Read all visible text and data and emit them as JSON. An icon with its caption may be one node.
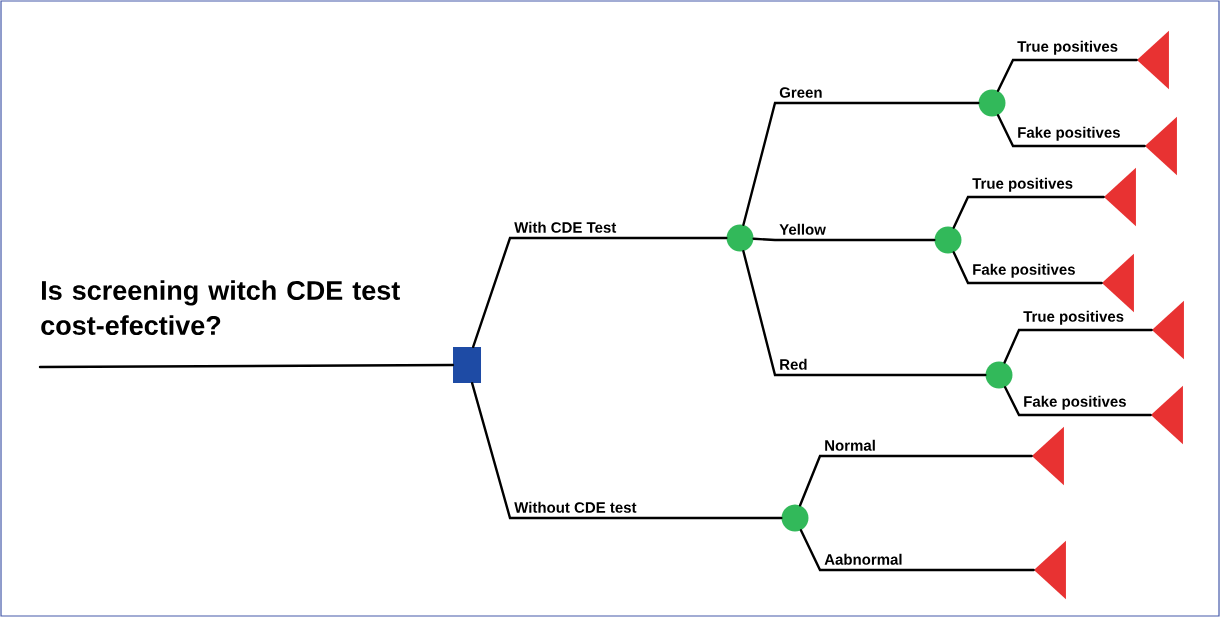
{
  "diagram": {
    "title": "Is screening witch CDE test cost-efective?",
    "nodes": [
      {
        "text": [],
        "shape": "box"
      },
      {
        "text": [],
        "shape": "circle"
      },
      {
        "text": [],
        "shape": "circle"
      },
      {
        "text": [],
        "shape": "circle"
      },
      {
        "text": [],
        "shape": "circle"
      },
      {
        "text": [],
        "shape": "circle"
      },
      {
        "text": [],
        "shape": "triangle"
      },
      {
        "text": [],
        "shape": "triangle"
      },
      {
        "text": [],
        "shape": "triangle"
      },
      {
        "text": [],
        "shape": "triangle"
      },
      {
        "text": [],
        "shape": "triangle"
      },
      {
        "text": [],
        "shape": "triangle"
      },
      {
        "text": [],
        "shape": "triangle"
      },
      {
        "text": [],
        "shape": "triangle"
      }
    ],
    "edges": [
      {
        "from": null,
        "to": 0,
        "arrow": "none"
      },
      {
        "from": 0,
        "to": 1,
        "arrow": "none",
        "label": "With CDE Test"
      },
      {
        "from": 0,
        "to": 2,
        "arrow": "none",
        "label": "Without CDE test"
      },
      {
        "from": 1,
        "to": 3,
        "arrow": "none",
        "label": "Green"
      },
      {
        "from": 1,
        "to": 4,
        "arrow": "none",
        "label": "Yellow"
      },
      {
        "from": 1,
        "to": 5,
        "arrow": "none",
        "label": "Red"
      },
      {
        "from": 3,
        "to": 6,
        "arrow": "none",
        "label": "True positives"
      },
      {
        "from": 3,
        "to": 7,
        "arrow": "none",
        "label": "Fake positives"
      },
      {
        "from": 4,
        "to": 8,
        "arrow": "none",
        "label": "True positives"
      },
      {
        "from": 4,
        "to": 9,
        "arrow": "none",
        "label": "Fake positives"
      },
      {
        "from": 5,
        "to": 10,
        "arrow": "none",
        "label": "True positives"
      },
      {
        "from": 5,
        "to": 11,
        "arrow": "none",
        "label": "Fake positives"
      },
      {
        "from": 2,
        "to": 12,
        "arrow": "none",
        "label": "Normal"
      },
      {
        "from": 2,
        "to": 13,
        "arrow": "none",
        "label": "Aabnormal"
      }
    ]
  }
}
